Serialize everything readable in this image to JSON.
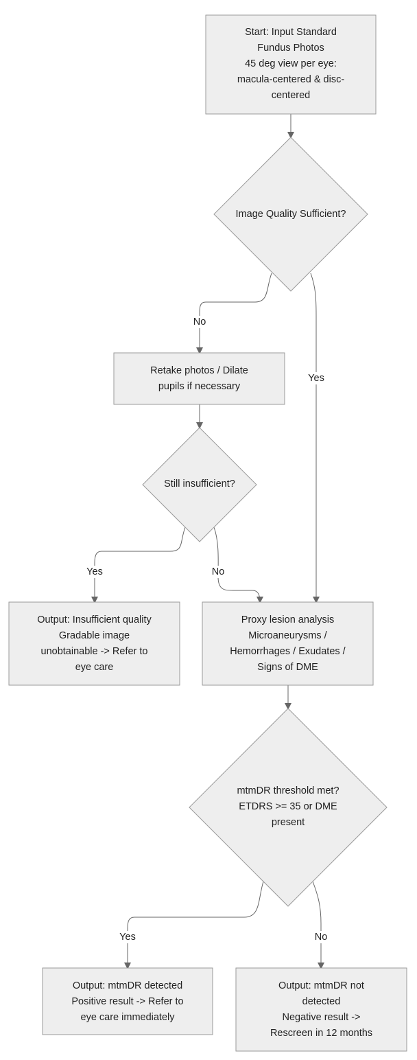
{
  "nodes": {
    "start": {
      "lines": [
        "Start: Input Standard",
        "Fundus Photos",
        "45 deg view per eye:",
        "macula-centered & disc-",
        "centered"
      ]
    },
    "quality": {
      "lines": [
        "Image Quality Sufficient?"
      ]
    },
    "retake": {
      "lines": [
        "Retake photos / Dilate",
        "pupils if necessary"
      ]
    },
    "still": {
      "lines": [
        "Still insufficient?"
      ]
    },
    "insufficient": {
      "lines": [
        "Output: Insufficient quality",
        "Gradable image",
        "unobtainable -> Refer to",
        "eye care"
      ]
    },
    "proxy": {
      "lines": [
        "Proxy lesion analysis",
        "Microaneurysms /",
        "Hemorrhages / Exudates /",
        "Signs of DME"
      ]
    },
    "threshold": {
      "lines": [
        "mtmDR threshold met?",
        "ETDRS >= 35 or DME",
        "present"
      ]
    },
    "detected": {
      "lines": [
        "Output: mtmDR detected",
        "Positive result -> Refer to",
        "eye care immediately"
      ]
    },
    "not_detected": {
      "lines": [
        "Output: mtmDR not",
        "detected",
        "Negative result ->",
        "Rescreen in 12 months"
      ]
    }
  },
  "edges": {
    "quality_no": "No",
    "quality_yes": "Yes",
    "still_yes": "Yes",
    "still_no": "No",
    "threshold_yes": "Yes",
    "threshold_no": "No"
  }
}
